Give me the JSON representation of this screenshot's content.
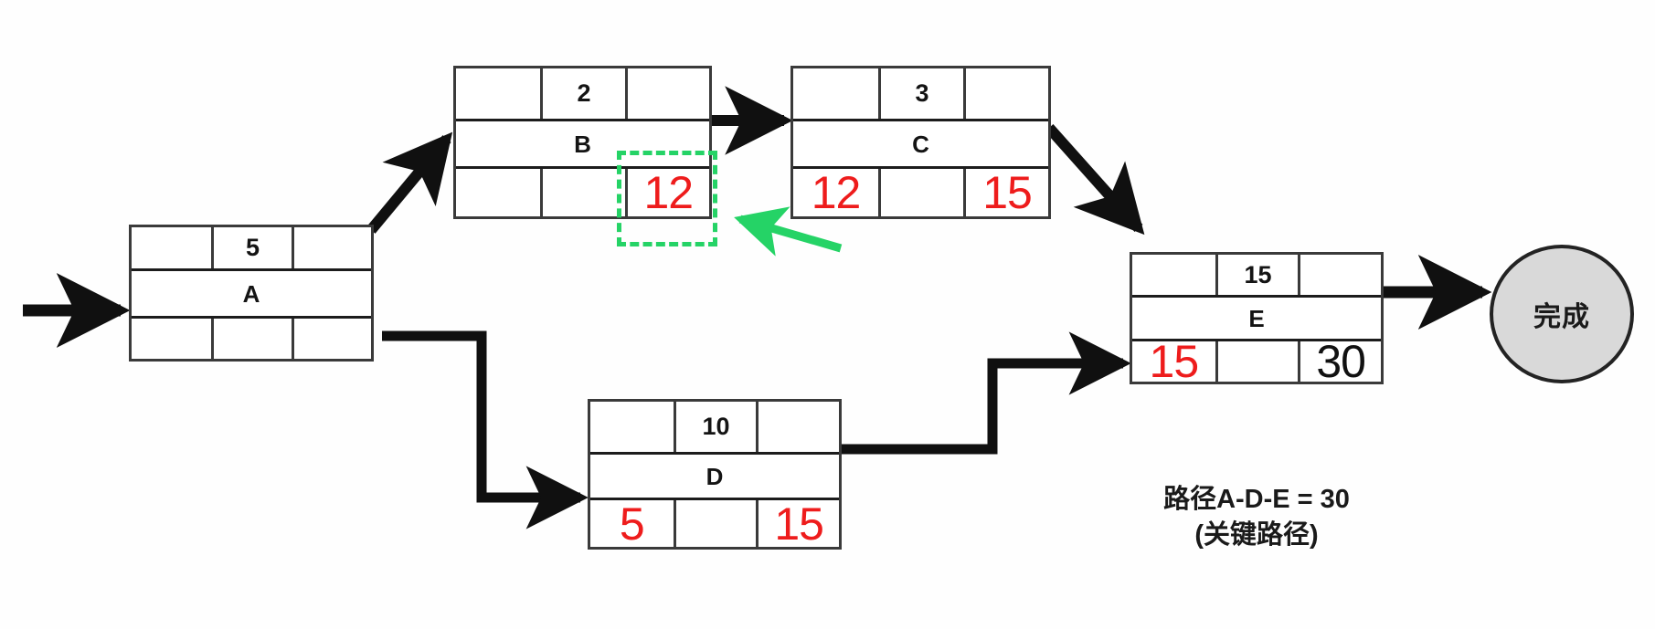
{
  "diagram": {
    "title": "Project network diagram (CPM / precedence diagram)",
    "colors": {
      "node_border": "#3a3a3a",
      "red_value": "#ee1c1c",
      "black_value": "#111111",
      "highlight_green": "#25d366",
      "finish_fill": "#d9d9d9",
      "arrow": "#101010"
    },
    "start_arrow_name": "start-arrow"
  },
  "nodes": {
    "a": {
      "id": "A",
      "label": "A",
      "duration": "5",
      "top": [
        "",
        "5",
        ""
      ],
      "bottom": [
        "",
        "",
        ""
      ]
    },
    "b": {
      "id": "B",
      "label": "B",
      "duration": "2",
      "top": [
        "",
        "2",
        ""
      ],
      "bottom": [
        "",
        "",
        "12"
      ]
    },
    "c": {
      "id": "C",
      "label": "C",
      "duration": "3",
      "top": [
        "",
        "3",
        ""
      ],
      "bottom": [
        "12",
        "",
        "15"
      ]
    },
    "d": {
      "id": "D",
      "label": "D",
      "duration": "10",
      "top": [
        "",
        "10",
        ""
      ],
      "bottom": [
        "5",
        "",
        "15"
      ]
    },
    "e": {
      "id": "E",
      "label": "E",
      "duration": "15",
      "top": [
        "",
        "15",
        ""
      ],
      "bottom": [
        "15",
        "",
        "30"
      ]
    }
  },
  "finish": {
    "label": "完成"
  },
  "highlight": {
    "target_node": "B",
    "target_cell": "bottom-right",
    "value": "12",
    "pointer": "green-arrow"
  },
  "caption": {
    "line1": "路径A-D-E = 30",
    "line2": "(关键路径)"
  },
  "edges": [
    {
      "name": "start-to-a",
      "from": "start",
      "to": "A"
    },
    {
      "name": "a-to-b",
      "from": "A",
      "to": "B"
    },
    {
      "name": "b-to-c",
      "from": "B",
      "to": "C"
    },
    {
      "name": "c-to-e",
      "from": "C",
      "to": "E"
    },
    {
      "name": "a-to-d",
      "from": "A",
      "to": "D"
    },
    {
      "name": "d-to-e",
      "from": "D",
      "to": "E"
    },
    {
      "name": "e-to-finish",
      "from": "E",
      "to": "完成"
    }
  ],
  "chart_data": {
    "type": "diagram",
    "title": "CPM network: A → (B → C) / D → E → 完成",
    "activities": [
      {
        "id": "A",
        "duration": 5,
        "early_start": null,
        "early_finish": null,
        "late_start": null,
        "late_finish": null
      },
      {
        "id": "B",
        "duration": 2,
        "early_start": null,
        "early_finish": null,
        "late_start": null,
        "late_finish": 12
      },
      {
        "id": "C",
        "duration": 3,
        "early_start": 12,
        "early_finish": null,
        "late_start": null,
        "late_finish": 15
      },
      {
        "id": "D",
        "duration": 10,
        "early_start": 5,
        "early_finish": null,
        "late_start": null,
        "late_finish": 15
      },
      {
        "id": "E",
        "duration": 15,
        "early_start": 15,
        "early_finish": null,
        "late_start": null,
        "late_finish": 30
      }
    ],
    "critical_path": [
      "A",
      "D",
      "E"
    ],
    "critical_path_length": 30
  }
}
